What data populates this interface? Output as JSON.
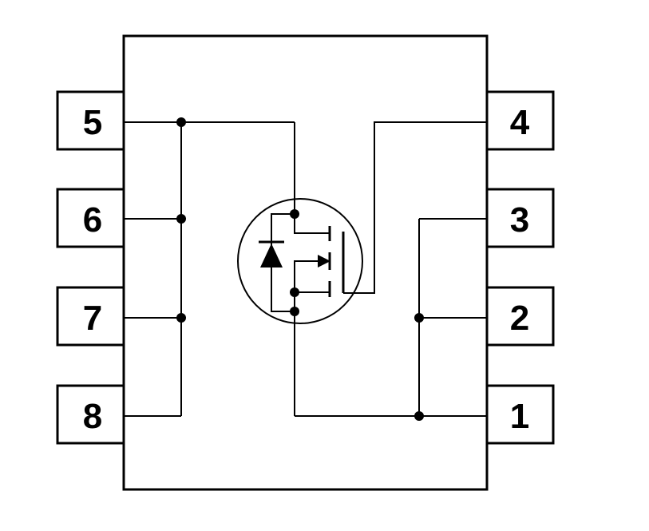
{
  "pins": {
    "p1": "1",
    "p2": "2",
    "p3": "3",
    "p4": "4",
    "p5": "5",
    "p6": "6",
    "p7": "7",
    "p8": "8"
  },
  "colors": {
    "ink": "#000000",
    "background": "#ffffff"
  }
}
